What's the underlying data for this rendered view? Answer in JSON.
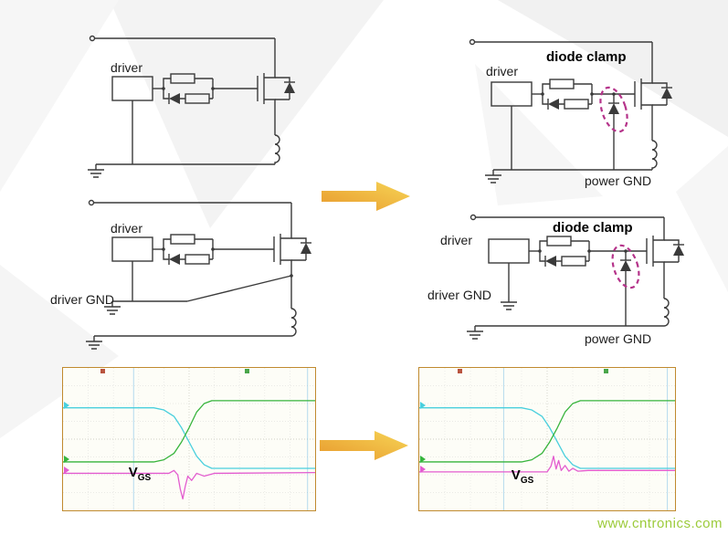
{
  "labels": {
    "driver": "driver",
    "diode_clamp": "diode clamp",
    "driver_gnd": "driver GND",
    "power_gnd": "power GND",
    "vgs_main": "V",
    "vgs_sub": "GS"
  },
  "watermark": {
    "text": "www.cntronics.com",
    "color": "#9ccb3b"
  },
  "colors": {
    "wire": "#3a3a3a",
    "clamp_highlight": "#b5338a",
    "arrow_gradient_start": "#e89a2e",
    "arrow_gradient_end": "#f6d455",
    "scope_border": "#c08a2e",
    "scope_background": "#fdfdf7",
    "trace_cyan": "#49cfdd",
    "trace_green": "#37b43c",
    "trace_magenta": "#e35ccf"
  },
  "chart_data": [
    {
      "type": "line",
      "name": "gate-switching-waveform-without-diode-clamp",
      "annotation": "V_GS",
      "coordinate_system": "normalized 0-100, y down",
      "cursors_x": [
        28,
        97
      ],
      "channel_markers": [
        {
          "color": "#49cfdd",
          "y": 26
        },
        {
          "color": "#37b43c",
          "y": 64
        },
        {
          "color": "#e35ccf",
          "y": 72
        }
      ],
      "top_markers": [
        {
          "color": "#b9543f",
          "x": 15
        },
        {
          "color": "#4aa64a",
          "x": 72
        }
      ],
      "series": [
        {
          "name": "cyan",
          "color": "#49cfdd",
          "points": [
            [
              0,
              28
            ],
            [
              36,
              28
            ],
            [
              40,
              29.5
            ],
            [
              44,
              34
            ],
            [
              47,
              42
            ],
            [
              50,
              52
            ],
            [
              53,
              62
            ],
            [
              56,
              68
            ],
            [
              59,
              70.5
            ],
            [
              100,
              70.5
            ]
          ]
        },
        {
          "name": "green",
          "color": "#37b43c",
          "points": [
            [
              0,
              66
            ],
            [
              36,
              66
            ],
            [
              40,
              64.5
            ],
            [
              44,
              60
            ],
            [
              47,
              52
            ],
            [
              50,
              42
            ],
            [
              53,
              31
            ],
            [
              56,
              25
            ],
            [
              59,
              23
            ],
            [
              100,
              23
            ]
          ]
        },
        {
          "name": "magenta",
          "color": "#e35ccf",
          "points": [
            [
              0,
              74
            ],
            [
              38,
              74
            ],
            [
              42,
              74
            ],
            [
              44,
              72
            ],
            [
              45.5,
              75
            ],
            [
              46.5,
              85
            ],
            [
              47.5,
              92
            ],
            [
              48.5,
              83
            ],
            [
              49.5,
              76
            ],
            [
              51,
              79
            ],
            [
              53,
              74
            ],
            [
              56,
              76
            ],
            [
              60,
              74
            ],
            [
              100,
              73.5
            ]
          ]
        }
      ]
    },
    {
      "type": "line",
      "name": "gate-switching-waveform-with-diode-clamp",
      "annotation": "V_GS",
      "coordinate_system": "normalized 0-100, y down",
      "cursors_x": [
        33,
        97
      ],
      "channel_markers": [
        {
          "color": "#49cfdd",
          "y": 26
        },
        {
          "color": "#37b43c",
          "y": 64
        },
        {
          "color": "#e35ccf",
          "y": 71
        }
      ],
      "top_markers": [
        {
          "color": "#b9543f",
          "x": 15
        },
        {
          "color": "#4aa64a",
          "x": 72
        }
      ],
      "series": [
        {
          "name": "cyan",
          "color": "#49cfdd",
          "points": [
            [
              0,
              28
            ],
            [
              40,
              28
            ],
            [
              44,
              29.5
            ],
            [
              48,
              34
            ],
            [
              51,
              42
            ],
            [
              54,
              52
            ],
            [
              57,
              62
            ],
            [
              60,
              68
            ],
            [
              63,
              70.5
            ],
            [
              100,
              70.5
            ]
          ]
        },
        {
          "name": "green",
          "color": "#37b43c",
          "points": [
            [
              0,
              66
            ],
            [
              40,
              66
            ],
            [
              44,
              64.5
            ],
            [
              48,
              60
            ],
            [
              51,
              52
            ],
            [
              54,
              42
            ],
            [
              57,
              31
            ],
            [
              60,
              25
            ],
            [
              63,
              23
            ],
            [
              100,
              23
            ]
          ]
        },
        {
          "name": "magenta",
          "color": "#e35ccf",
          "points": [
            [
              0,
              73
            ],
            [
              46,
              73
            ],
            [
              50,
              73
            ],
            [
              51.5,
              69
            ],
            [
              52.5,
              62
            ],
            [
              53.5,
              71
            ],
            [
              54.5,
              65
            ],
            [
              55.5,
              72
            ],
            [
              57,
              68.5
            ],
            [
              58.5,
              72.5
            ],
            [
              60,
              70.5
            ],
            [
              62,
              72.5
            ],
            [
              66,
              72
            ],
            [
              100,
              72
            ]
          ]
        }
      ]
    }
  ]
}
